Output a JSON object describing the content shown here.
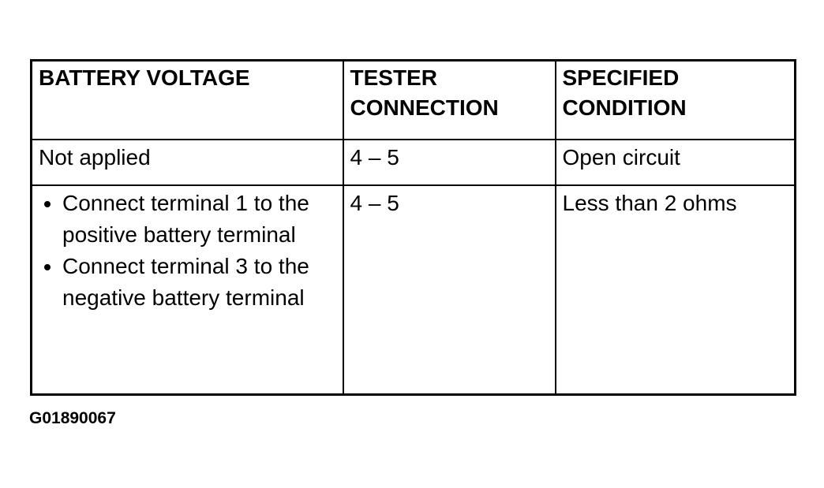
{
  "colors": {
    "background": "#ffffff",
    "text": "#000000",
    "border": "#000000"
  },
  "table": {
    "headers": {
      "battery_voltage": "BATTERY VOLTAGE",
      "tester_connection": "TESTER CONNECTION",
      "specified_condition": "SPECIFIED CONDITION"
    },
    "rows": [
      {
        "battery_voltage": "Not applied",
        "tester_connection": "4 – 5",
        "specified_condition": "Open circuit"
      },
      {
        "battery_voltage_bullets": [
          "Connect terminal 1 to the positive battery terminal",
          "Connect terminal 3 to the negative battery terminal"
        ],
        "tester_connection": "4 – 5",
        "specified_condition": "Less than 2 ohms"
      }
    ]
  },
  "figure_id": "G01890067"
}
